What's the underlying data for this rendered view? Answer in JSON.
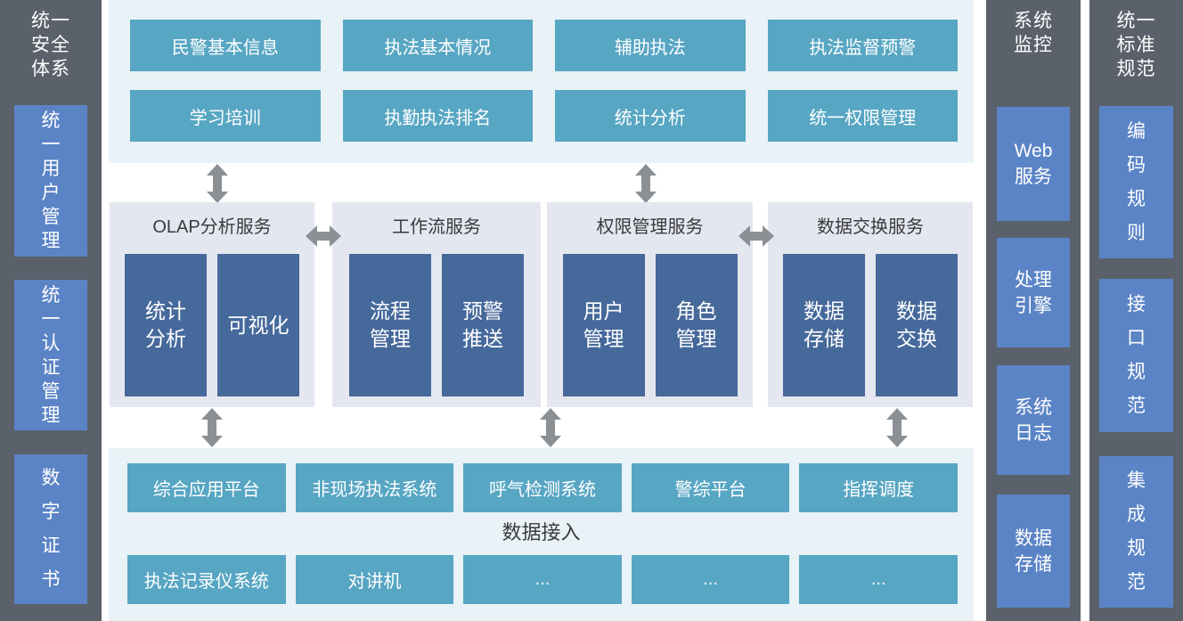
{
  "colors": {
    "dark": "#5a616b",
    "blue": "#5b84c6",
    "teal": "#57a6c3",
    "band": "#e9f2f6",
    "panel": "#e5e7f0",
    "navy": "#46699b",
    "arrow": "#8b9095",
    "heading": "#3a3b3e"
  },
  "left_sidebar": {
    "title": "统一\n安全\n体系",
    "items": [
      {
        "label": "统\n一\n用\n户\n管\n理"
      },
      {
        "label": "统\n一\n认\n证\n管\n理"
      },
      {
        "label": "数\n字\n证\n书"
      }
    ]
  },
  "application_layer": {
    "buttons": [
      "民警基本信息",
      "执法基本情况",
      "辅助执法",
      "执法监督预警",
      "学习培训",
      "执勤执法排名",
      "统计分析",
      "统一权限管理"
    ]
  },
  "service_layer": {
    "panels": [
      {
        "title": "OLAP分析服务",
        "boxes": [
          "统计\n分析",
          "可视化"
        ]
      },
      {
        "title": "工作流服务",
        "boxes": [
          "流程\n管理",
          "预警\n推送"
        ]
      },
      {
        "title": "权限管理服务",
        "boxes": [
          "用户\n管理",
          "角色\n管理"
        ]
      },
      {
        "title": "数据交换服务",
        "boxes": [
          "数据\n存储",
          "数据\n交换"
        ]
      }
    ]
  },
  "access_layer": {
    "row1": [
      "综合应用平台",
      "非现场执法系统",
      "呼气检测系统",
      "警综平台",
      "指挥调度"
    ],
    "label": "数据接入",
    "row2": [
      "执法记录仪系统",
      "对讲机",
      "...",
      "...",
      "..."
    ]
  },
  "monitor_column": {
    "title": "系统\n监控",
    "items": [
      "Web\n服务",
      "处理\n引擎",
      "系统\n日志",
      "数据\n存储"
    ]
  },
  "standard_column": {
    "title": "统一\n标准\n规范",
    "items": [
      "编\n码\n规\n则",
      "接\n口\n规\n范",
      "集\n成\n规\n范"
    ]
  }
}
